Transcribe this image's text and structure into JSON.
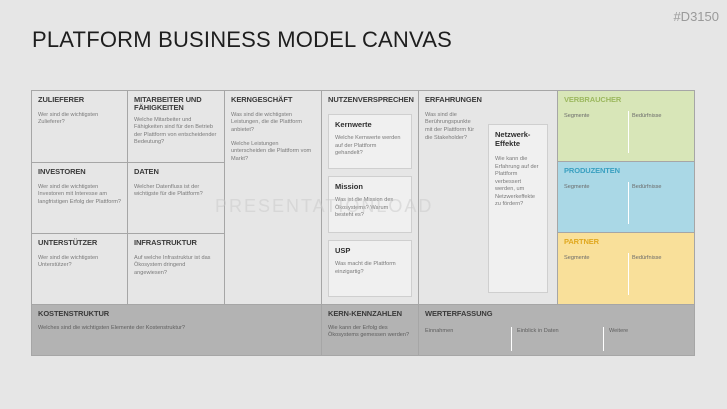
{
  "slide_id": "#D3150",
  "title": "PLATFORM BUSINESS MODEL CANVAS",
  "watermark": "PRESENTATIONLOAD",
  "cells": {
    "zulieferer": {
      "head": "ZULIEFERER",
      "desc": "Wer sind die wichtigsten Zulieferer?"
    },
    "mitarbeiter": {
      "head": "MITARBEITER UND FÄHIGKEITEN",
      "desc": "Welche Mitarbeiter und Fähigkeiten sind für den Betrieb der Plattform von entscheidender Bedeutung?"
    },
    "kerngeschaeft": {
      "head": "KERNGESCHÄFT",
      "desc1": "Was sind die wichtigsten Leistungen, die die Plattform anbietet?",
      "desc2": "Welche Leistungen unterscheiden die Plattform vom Markt?"
    },
    "nutzenversprechen": {
      "head": "NUTZENVERSPRECHEN"
    },
    "erfahrungen": {
      "head": "ERFAHRUNGEN",
      "desc": "Was sind die Berührungspunkte mit der Plattform für die Stakeholder?"
    },
    "investoren": {
      "head": "INVESTOREN",
      "desc": "Wer sind die wichtigsten Investoren mit Interesse am langfristigen Erfolg der Plattform?"
    },
    "daten": {
      "head": "DATEN",
      "desc": "Welcher Datenfluss ist der wichtigste für die Plattform?"
    },
    "unterstuetzer": {
      "head": "UNTERSTÜTZER",
      "desc": "Wer sind die wichtigsten Unterstützer?"
    },
    "infrastruktur": {
      "head": "INFRASTRUKTUR",
      "desc": "Auf welche Infrastruktur ist das Ökosystem dringend angewiesen?"
    },
    "verbraucher": {
      "head": "VERBRAUCHER",
      "seg": "Segmente",
      "bed": "Bedürfnisse"
    },
    "produzenten": {
      "head": "PRODUZENTEN",
      "seg": "Segmente",
      "bed": "Bedürfnisse"
    },
    "partner": {
      "head": "PARTNER",
      "seg": "Segmente",
      "bed": "Bedürfnisse"
    },
    "kostenstruktur": {
      "head": "KOSTENSTRUKTUR",
      "desc": "Welches sind die wichtigsten Elemente der Kostenstruktur?"
    },
    "kennzahlen": {
      "head": "KERN-KENNZAHLEN",
      "desc": "Wie kann der Erfolg des Ökosystems gemessen werden?"
    },
    "werterfassung": {
      "head": "WERTERFASSUNG",
      "col1": "Einnahmen",
      "col2": "Einblick in Daten",
      "col3": "Weitere"
    }
  },
  "boxes": {
    "kernwerte": {
      "head": "Kernwerte",
      "desc": "Welche Kernwerte werden auf der Plattform gehandelt?"
    },
    "mission": {
      "head": "Mission",
      "desc": "Was ist die Mission des Ökosystems? Warum besteht es?"
    },
    "usp": {
      "head": "USP",
      "desc": "Was macht die Plattform einzigartig?"
    },
    "netzwerk": {
      "head": "Netzwerk-Effekte",
      "desc": "Wie kann die Erfahrung auf der Plattform verbessert werden, um Netzwerkeffekte zu fördern?"
    }
  },
  "colors": {
    "verbraucher": "#d8e6b8",
    "produzenten": "#aad8e6",
    "partner": "#f9e09a",
    "footer": "#b3b3b3"
  }
}
